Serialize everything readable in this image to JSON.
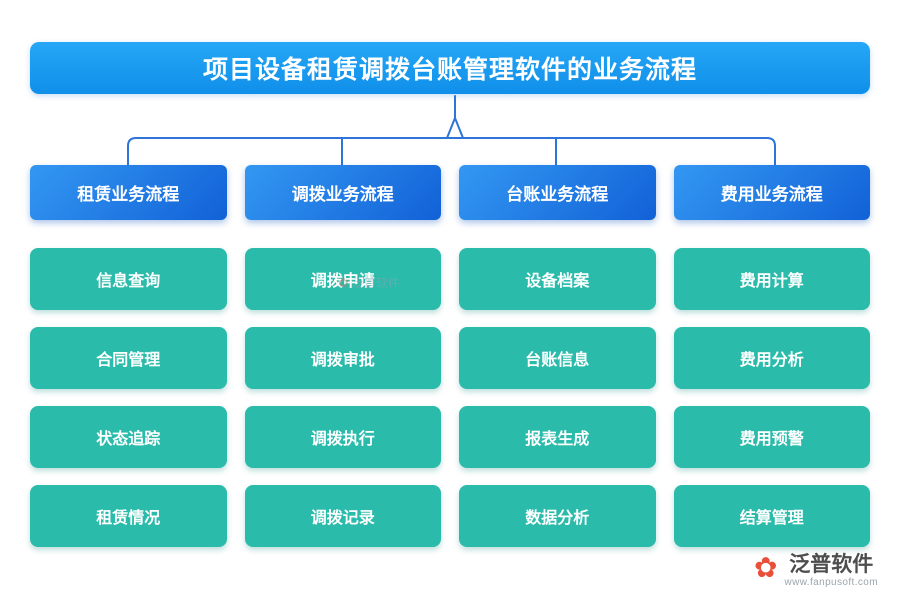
{
  "title": "项目设备租赁调拨台账管理软件的业务流程",
  "columns": [
    {
      "header": "租赁业务流程",
      "items": [
        "信息查询",
        "合同管理",
        "状态追踪",
        "租赁情况"
      ]
    },
    {
      "header": "调拨业务流程",
      "items": [
        "调拨申请",
        "调拨审批",
        "调拨执行",
        "调拨记录"
      ]
    },
    {
      "header": "台账业务流程",
      "items": [
        "设备档案",
        "台账信息",
        "报表生成",
        "数据分析"
      ]
    },
    {
      "header": "费用业务流程",
      "items": [
        "费用计算",
        "费用分析",
        "费用预警",
        "结算管理"
      ]
    }
  ],
  "watermark": {
    "text": "泛普软件"
  },
  "footer": {
    "brand": "泛普软件",
    "url": "www.fanpusoft.com"
  },
  "colors": {
    "title_bg": "#189BF0",
    "header_bg": "#1669D8",
    "item_bg": "#2ABBAB",
    "connector": "#2E74D9",
    "brand_icon": "#E8503A"
  }
}
